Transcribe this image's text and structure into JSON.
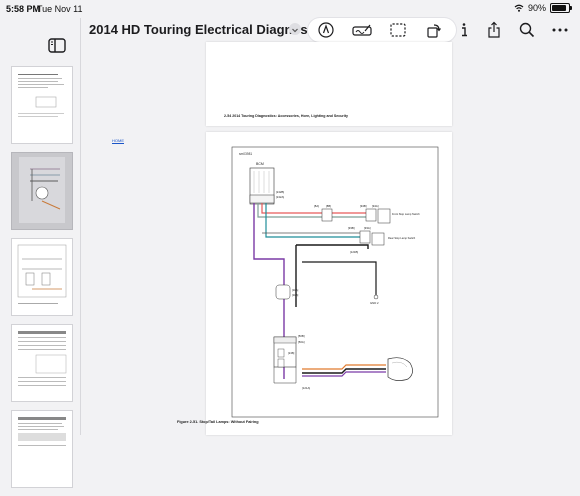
{
  "status_bar": {
    "time": "5:58 PM",
    "date": "Tue Nov 11",
    "battery_percent": "90%",
    "battery_level": 0.9
  },
  "toolbar": {
    "title": "2014 HD Touring Electrical Diagnost...",
    "tools": [
      "markup-pen-icon",
      "highlighter-icon",
      "select-rectangle-icon",
      "rotate-icon",
      "info-icon",
      "share-icon",
      "search-icon",
      "more-icon"
    ]
  },
  "document": {
    "page_footer": "2-54  2014 Touring Diagnostics:  Accessories, Horn, Lighting and Security",
    "home_link": "HOME",
    "figure_caption": "Figure 2-51. Stop/Tail Lamps: Without Fairing",
    "figure_id": "sm03981",
    "module_label": "BCM",
    "connector_labels": [
      "[242B]",
      "[242A]",
      "[248]",
      "[11A]",
      "[11B]",
      "[8A]",
      "[8B]",
      "[50B]",
      "[50A]",
      "[94B]",
      "[94A]",
      "[93B]",
      "[93A]",
      "[121B]",
      "[121A]",
      "GND 2"
    ],
    "switch_labels": [
      "Front Stop Lamp Switch",
      "Rear Stop Lamp Switch"
    ],
    "wire_labels": [
      "RD",
      "GN",
      "BE",
      "BK",
      "V",
      "O",
      "BN"
    ]
  },
  "thumbnails": {
    "count": 5,
    "selected_index": 1
  }
}
